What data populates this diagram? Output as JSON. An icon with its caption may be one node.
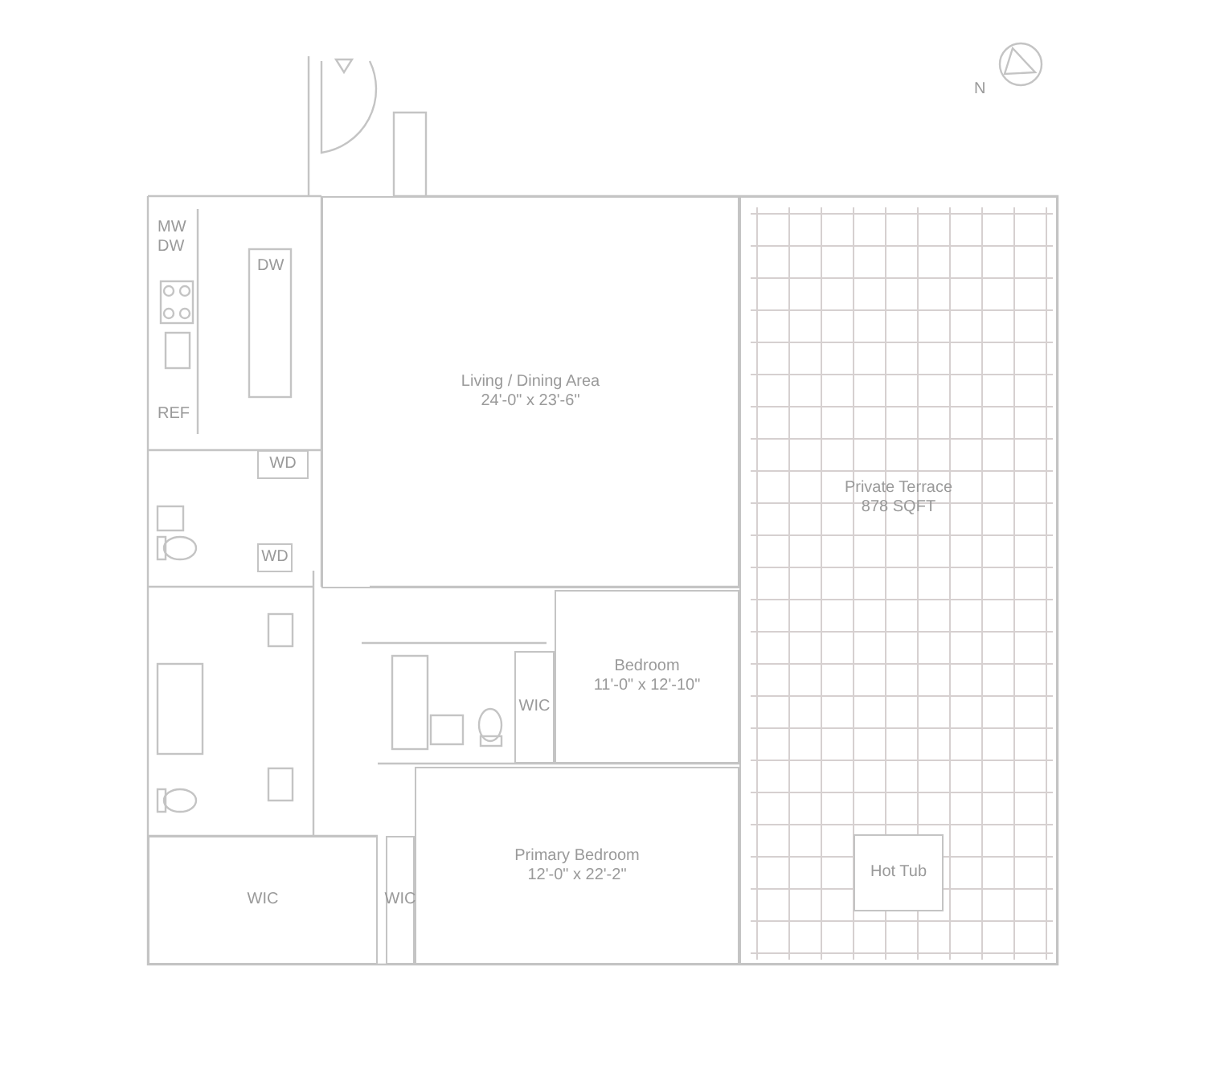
{
  "diagram": {
    "nodes": [
      {
        "text": [
          "Living / Dining Area",
          "24'-0\" x 23'-6\""
        ]
      },
      {
        "text": [
          "Private Terrace",
          "878 SQFT"
        ]
      },
      {
        "text": [
          "Hot Tub"
        ],
        "in": 1
      },
      {
        "text": [
          "Bedroom",
          "11'-0\" x 12'-10\""
        ]
      },
      {
        "text": [
          "WIC"
        ]
      },
      {
        "text": [
          "Primary Bedroom",
          "12'-0\" x 22'-2\""
        ]
      },
      {
        "text": [
          "WIC"
        ]
      },
      {
        "text": [
          "WIC"
        ]
      },
      {
        "text": [
          "WD"
        ]
      },
      {
        "text": [
          "WD"
        ]
      }
    ],
    "labels": [
      "MW",
      "DW",
      "DW",
      "REF",
      "N"
    ]
  }
}
